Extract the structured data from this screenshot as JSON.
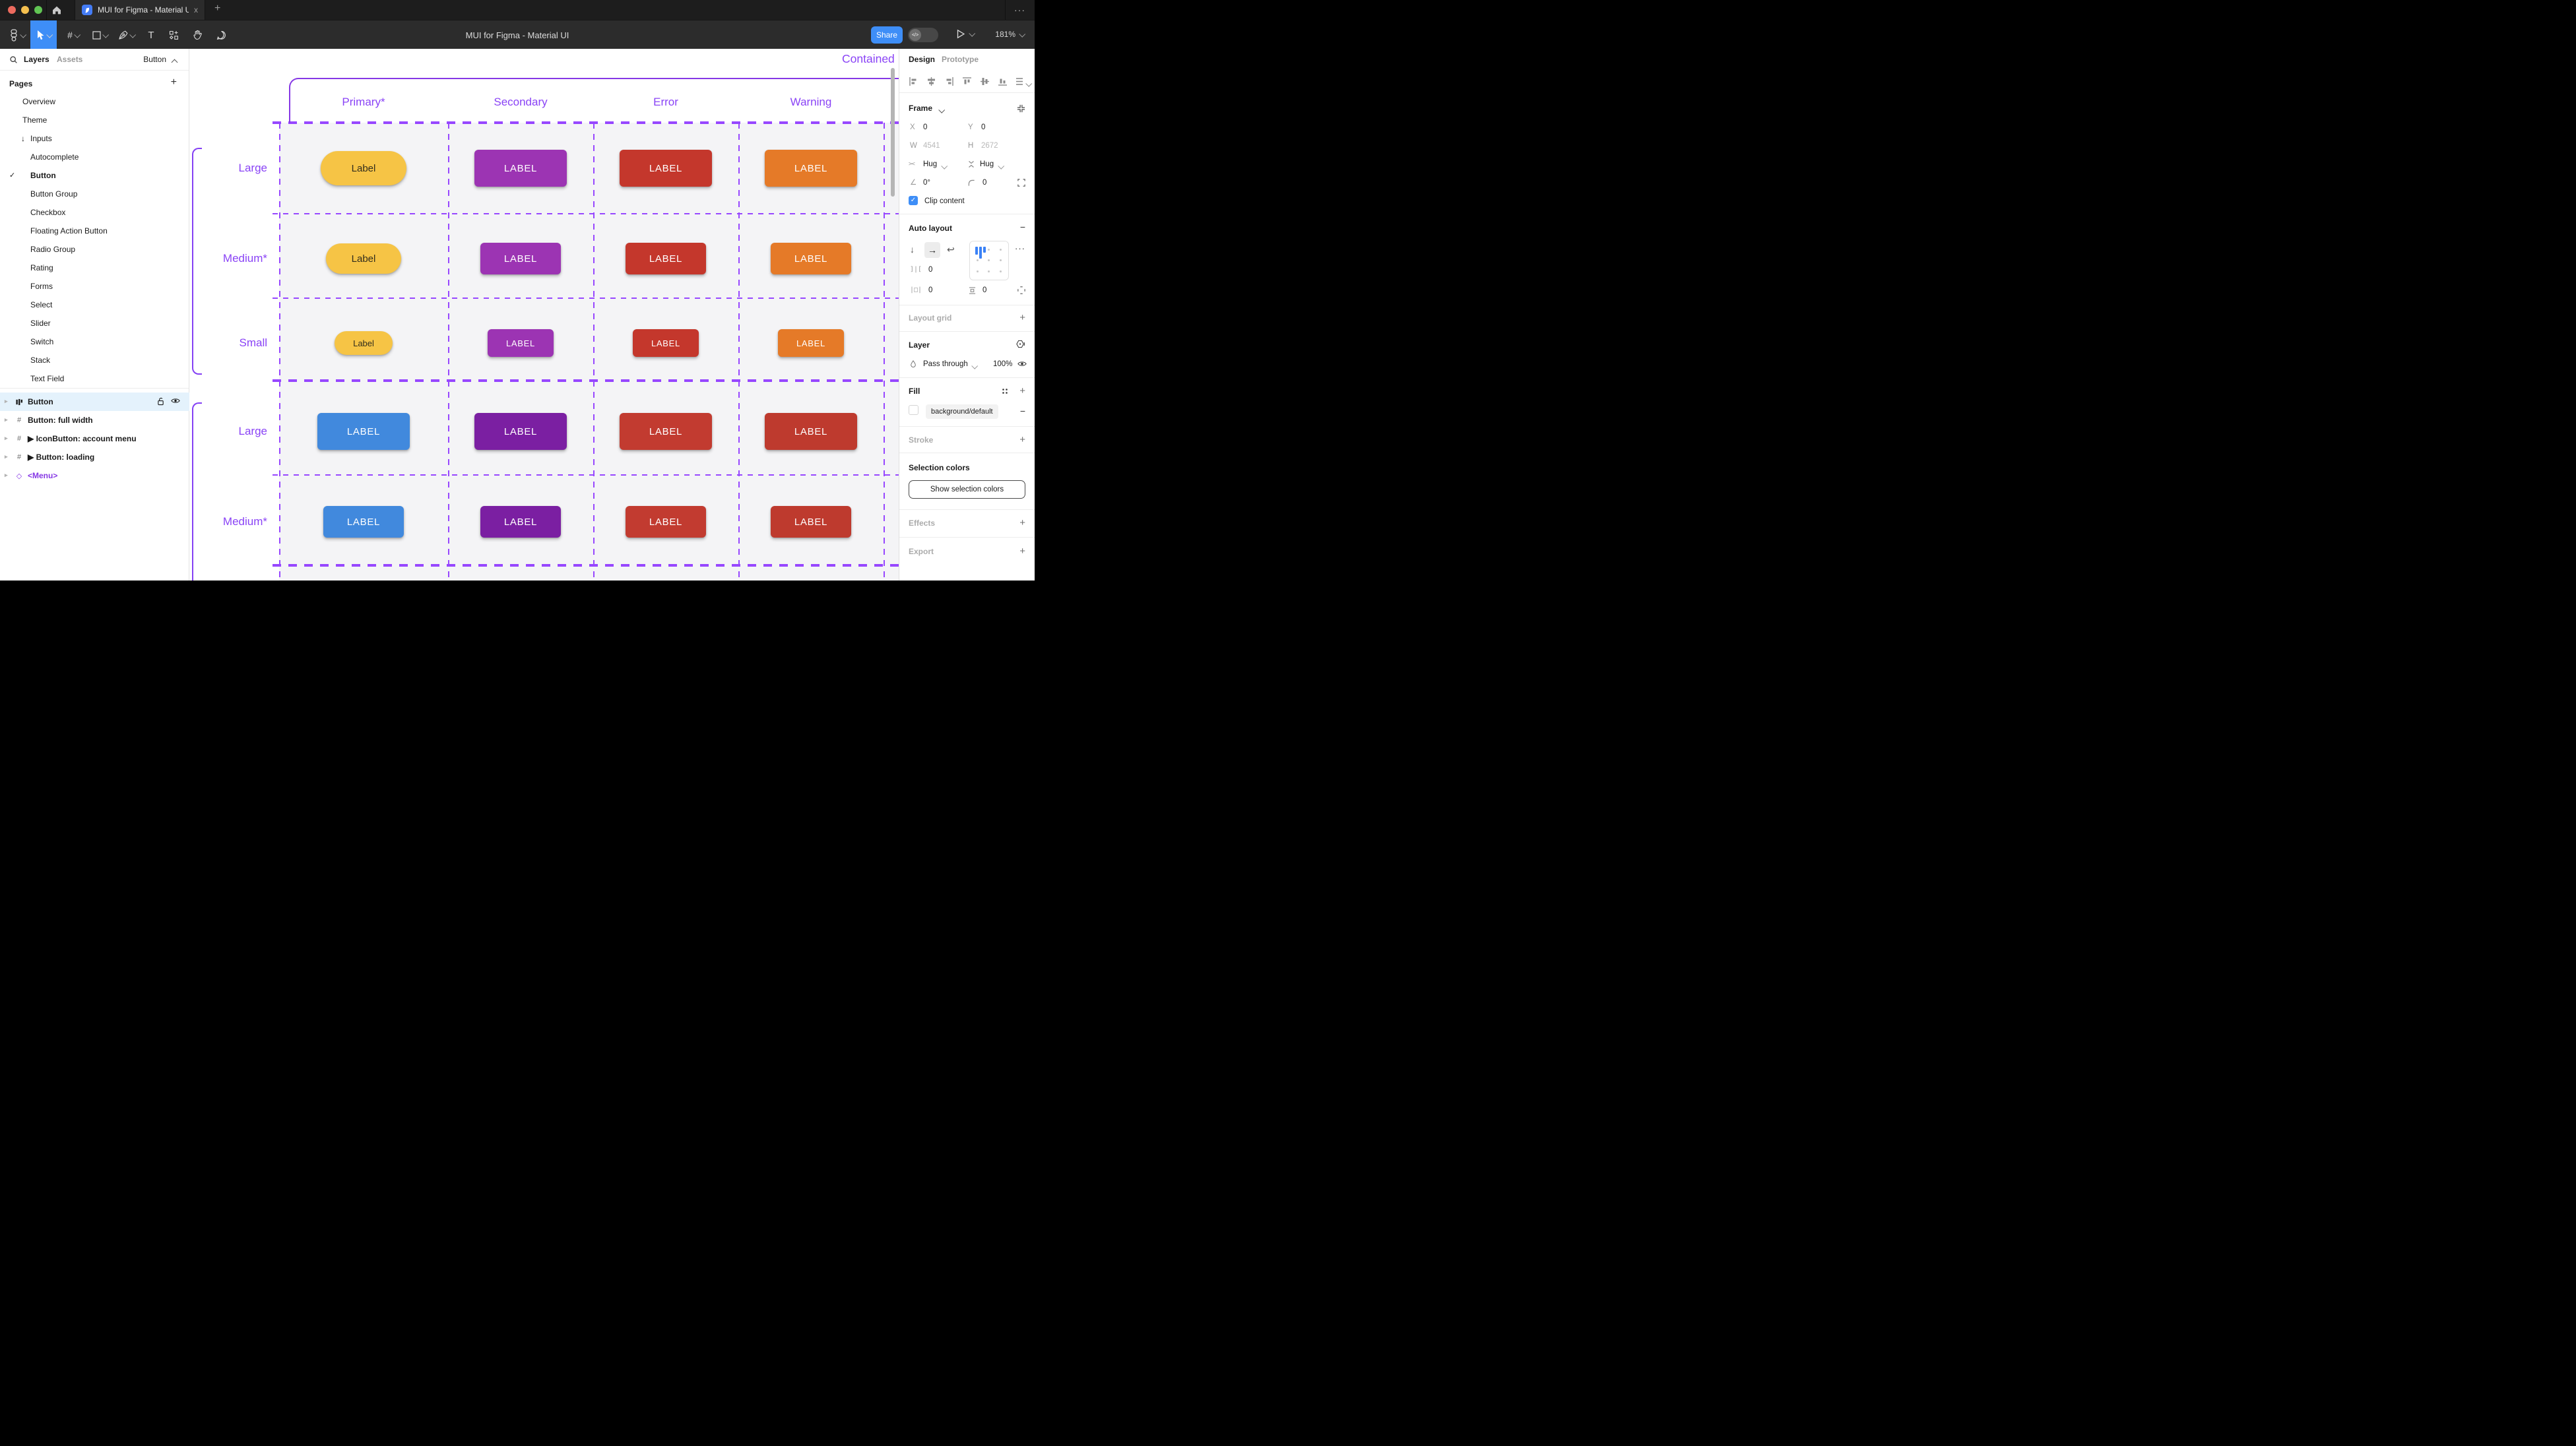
{
  "window": {
    "tab_title": "MUI for Figma - Material UI",
    "toolbar_title": "MUI for Figma - Material UI",
    "share_label": "Share",
    "zoom_level": "181%",
    "dev_toggle_glyph": "</>",
    "tab_close_glyph": "x",
    "new_tab_glyph": "+",
    "overflow_glyph": "···"
  },
  "left_sidebar": {
    "tab_layers": "Layers",
    "tab_assets": "Assets",
    "page_selector": "Button",
    "pages_header": "Pages",
    "pages_add_glyph": "+",
    "check_glyph": "✓",
    "inputs_arrow": "↓",
    "caret_glyph": "▸",
    "pages": [
      {
        "label": "Overview"
      },
      {
        "label": "Theme"
      },
      {
        "label": "Inputs"
      },
      {
        "label": "Autocomplete"
      },
      {
        "label": "Button"
      },
      {
        "label": "Button Group"
      },
      {
        "label": "Checkbox"
      },
      {
        "label": "Floating Action Button"
      },
      {
        "label": "Radio Group"
      },
      {
        "label": "Rating"
      },
      {
        "label": "Forms"
      },
      {
        "label": "Select"
      },
      {
        "label": "Slider"
      },
      {
        "label": "Switch"
      },
      {
        "label": "Stack"
      },
      {
        "label": "Text Field"
      }
    ],
    "layers": [
      {
        "label": "Button",
        "icon": "auto-layout"
      },
      {
        "label": "Button: full width",
        "icon": "frame",
        "icon_glyph": "#"
      },
      {
        "label": "▶ IconButton: account menu",
        "icon": "frame",
        "icon_glyph": "#"
      },
      {
        "label": "▶ Button: loading",
        "icon": "frame",
        "icon_glyph": "#"
      },
      {
        "label": "<Menu>",
        "icon": "diamond",
        "icon_glyph": "◇"
      }
    ]
  },
  "canvas": {
    "frame_title": "Contained",
    "column_headers": [
      "Primary*",
      "Secondary",
      "Error",
      "Warning"
    ],
    "row_labels": [
      "Large",
      "Medium*",
      "Small",
      "Large",
      "Medium*"
    ],
    "colors": {
      "label_purple": "#8A43F6",
      "dashed_purple": "#9747FF",
      "frame_outline_purple": "#8638E5",
      "frame_bg": "#F4F4F6"
    },
    "buttons": [
      {
        "text": "Label",
        "bg": "#F6C445",
        "fg": "#322D1C"
      },
      {
        "text": "LABEL",
        "bg": "#9C34B3",
        "fg": "#FFFFFF"
      },
      {
        "text": "LABEL",
        "bg": "#C4372C",
        "fg": "#FFFFFF"
      },
      {
        "text": "LABEL",
        "bg": "#E57A28",
        "fg": "#FFFFFF"
      },
      {
        "text": "Label",
        "bg": "#F6C445",
        "fg": "#322D1C"
      },
      {
        "text": "LABEL",
        "bg": "#9C34B3",
        "fg": "#FFFFFF"
      },
      {
        "text": "LABEL",
        "bg": "#C4372C",
        "fg": "#FFFFFF"
      },
      {
        "text": "LABEL",
        "bg": "#E57A28",
        "fg": "#FFFFFF"
      },
      {
        "text": "Label",
        "bg": "#F6C445",
        "fg": "#322D1C"
      },
      {
        "text": "LABEL",
        "bg": "#9C34B3",
        "fg": "#FFFFFF"
      },
      {
        "text": "LABEL",
        "bg": "#C4372C",
        "fg": "#FFFFFF"
      },
      {
        "text": "LABEL",
        "bg": "#E57A28",
        "fg": "#FFFFFF"
      },
      {
        "text": "LABEL",
        "bg": "#4189DD",
        "fg": "#FFFFFF"
      },
      {
        "text": "LABEL",
        "bg": "#7B1FA2",
        "fg": "#FFFFFF"
      },
      {
        "text": "LABEL",
        "bg": "#C23B30",
        "fg": "#FFFFFF"
      },
      {
        "text": "LABEL",
        "bg": "#BE3A2E",
        "fg": "#FFFFFF"
      },
      {
        "text": "LABEL",
        "bg": "#4189DD",
        "fg": "#FFFFFF"
      },
      {
        "text": "LABEL",
        "bg": "#7B1FA2",
        "fg": "#FFFFFF"
      },
      {
        "text": "LABEL",
        "bg": "#C23B30",
        "fg": "#FFFFFF"
      },
      {
        "text": "LABEL",
        "bg": "#BE3A2E",
        "fg": "#FFFFFF"
      }
    ]
  },
  "right_panel": {
    "tab_design": "Design",
    "tab_prototype": "Prototype",
    "frame": {
      "header": "Frame",
      "x_label": "X",
      "x_value": "0",
      "y_label": "Y",
      "y_value": "0",
      "w_label": "W",
      "w_value": "4541",
      "h_label": "H",
      "h_value": "2672",
      "h_sizing": "Hug",
      "v_sizing": "Hug",
      "rotation": "0°",
      "corner_radius": "0",
      "clip_label": "Clip content",
      "clip_check": "✓"
    },
    "auto_layout": {
      "header": "Auto layout",
      "minus_glyph": "−",
      "dir_down": "↓",
      "dir_right": "→",
      "dir_wrap": "↩",
      "more_glyph": "···",
      "gap_icon": "]|[",
      "gap_value": "0",
      "padding_h_icon": "|□|",
      "padding_h_value": "0",
      "padding_v_value": "0"
    },
    "layout_grid_header": "Layout grid",
    "layer": {
      "header": "Layer",
      "blend_mode": "Pass through",
      "opacity": "100%"
    },
    "fill": {
      "header": "Fill",
      "value": "background/default",
      "remove_glyph": "−"
    },
    "stroke_header": "Stroke",
    "selection_colors": {
      "header": "Selection colors",
      "button_label": "Show selection colors"
    },
    "effects_header": "Effects",
    "export_header": "Export",
    "plus_glyph": "+",
    "rotation_icon": "∠",
    "hug_icon_h": "><"
  }
}
